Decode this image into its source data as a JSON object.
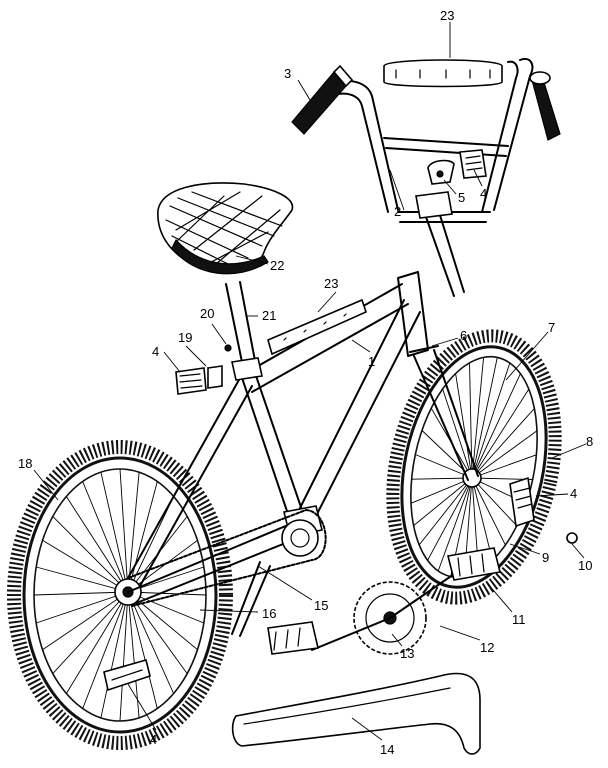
{
  "callouts": [
    {
      "id": "c1",
      "label": "1"
    },
    {
      "id": "c2",
      "label": "2"
    },
    {
      "id": "c3",
      "label": "3"
    },
    {
      "id": "c4a",
      "label": "4"
    },
    {
      "id": "c4b",
      "label": "4"
    },
    {
      "id": "c4c",
      "label": "4"
    },
    {
      "id": "c4d",
      "label": "4"
    },
    {
      "id": "c5",
      "label": "5"
    },
    {
      "id": "c6",
      "label": "6"
    },
    {
      "id": "c7",
      "label": "7"
    },
    {
      "id": "c8",
      "label": "8"
    },
    {
      "id": "c9",
      "label": "9"
    },
    {
      "id": "c10",
      "label": "10"
    },
    {
      "id": "c11",
      "label": "11"
    },
    {
      "id": "c12",
      "label": "12"
    },
    {
      "id": "c13",
      "label": "13"
    },
    {
      "id": "c14",
      "label": "14"
    },
    {
      "id": "c15",
      "label": "15"
    },
    {
      "id": "c16",
      "label": "16"
    },
    {
      "id": "c18",
      "label": "18"
    },
    {
      "id": "c19",
      "label": "19"
    },
    {
      "id": "c20",
      "label": "20"
    },
    {
      "id": "c21",
      "label": "21"
    },
    {
      "id": "c22",
      "label": "22"
    },
    {
      "id": "c23a",
      "label": "23"
    },
    {
      "id": "c23b",
      "label": "23"
    }
  ]
}
